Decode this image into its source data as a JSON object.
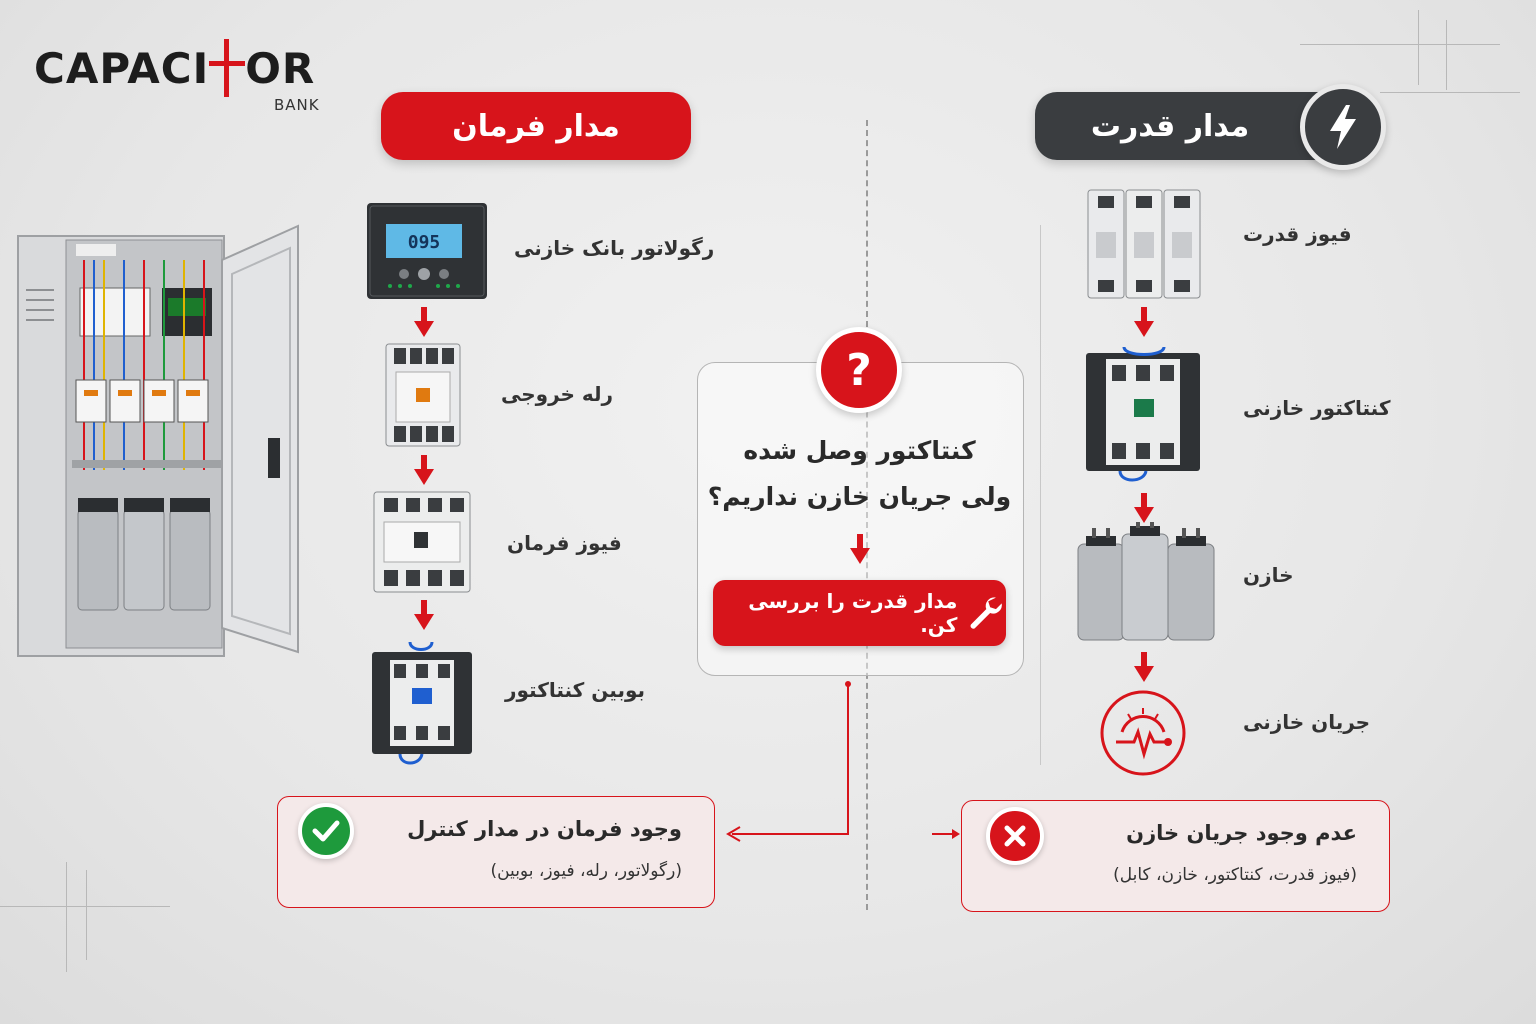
{
  "logo": {
    "word_left": "CAPACI",
    "word_right": "OR",
    "sub": "BANK"
  },
  "control_circuit": {
    "title": "مدار فرمان",
    "items": [
      {
        "label": "رگولاتور بانک خازنی",
        "icon": "regulator-icon",
        "display": "095"
      },
      {
        "label": "رله خروجی",
        "icon": "relay-icon"
      },
      {
        "label": "فیوز فرمان",
        "icon": "control-fuse-icon"
      },
      {
        "label": "بوبین کنتاکتور",
        "icon": "contactor-coil-icon"
      }
    ]
  },
  "power_circuit": {
    "title": "مدار قدرت",
    "icon": "lightning-bolt-icon",
    "items": [
      {
        "label": "فیوز قدرت",
        "icon": "power-fuse-icon"
      },
      {
        "label": "کنتاکتور خازنی",
        "icon": "capacitor-contactor-icon"
      },
      {
        "label": "خازن",
        "icon": "capacitor-icon"
      },
      {
        "label": "جریان خازنی",
        "icon": "current-gauge-icon"
      }
    ]
  },
  "center": {
    "symbol": "?",
    "line1": "کنتاکتور وصل شده",
    "line2": "ولی جریان خازن نداریم؟",
    "action": "مدار قدرت را بررسی کن.",
    "action_icon": "wrench-icon"
  },
  "result_control": {
    "title": "وجود فرمان در مدار کنترل",
    "sub": "(رگولاتور، رله، فیوز، بوبین)",
    "icon": "check-icon"
  },
  "result_power": {
    "title": "عدم وجود جریان خازن",
    "sub": "(فیوز قدرت، کنتاکتور، خازن، کابل)",
    "icon": "cross-icon"
  },
  "colors": {
    "accent": "#d7141b",
    "dark": "#3a3d40",
    "ok": "#1e9a3c",
    "background": "#e7e7e7"
  }
}
